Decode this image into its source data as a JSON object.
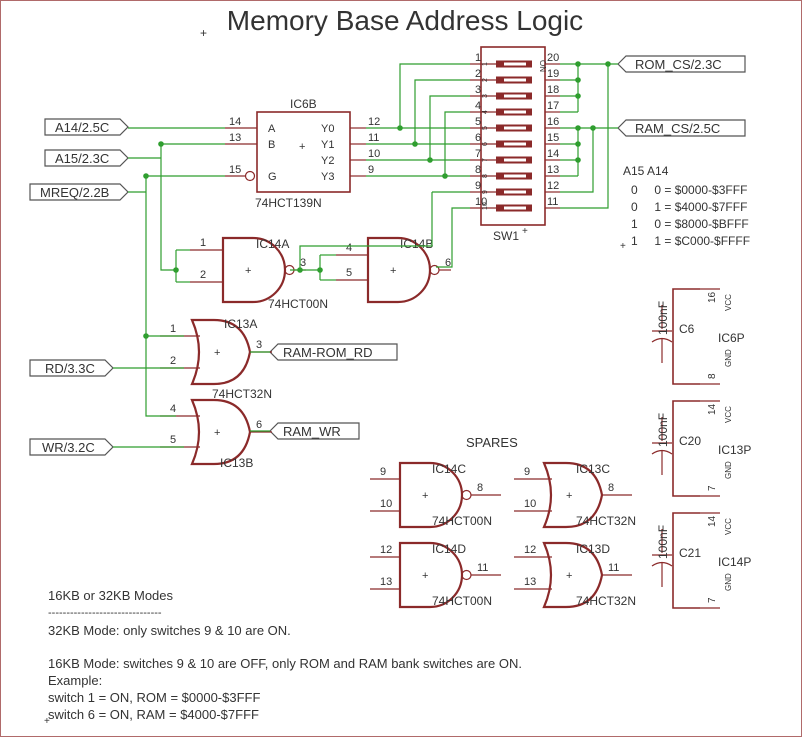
{
  "title": "Memory Base Address Logic",
  "ic6b": {
    "name": "IC6B",
    "part": "74HCT139N",
    "pin_a": "A",
    "pin_b": "B",
    "pin_g": "G",
    "out0": "Y0",
    "out1": "Y1",
    "out2": "Y2",
    "out3": "Y3",
    "p14": "14",
    "p13": "13",
    "p15": "15",
    "p12": "12",
    "p11": "11",
    "p10": "10",
    "p9": "9"
  },
  "ports": {
    "a14": "A14/2.5C",
    "a15": "A15/2.3C",
    "mreq": "MREQ/2.2B",
    "rd": "RD/3.3C",
    "wr": "WR/3.2C",
    "rom_cs": "ROM_CS/2.3C",
    "ram_cs": "RAM_CS/2.5C",
    "ram_rom_rd": "RAM-ROM_RD",
    "ram_wr": "RAM_WR"
  },
  "sw1": {
    "name": "SW1",
    "on": "ON",
    "left_pins": [
      "1",
      "2",
      "3",
      "4",
      "5",
      "6",
      "7",
      "8",
      "9",
      "10"
    ],
    "right_pins": [
      "20",
      "19",
      "18",
      "17",
      "16",
      "15",
      "14",
      "13",
      "12",
      "11"
    ]
  },
  "gates": {
    "ic14a": {
      "name": "IC14A",
      "part": "74HCT00N",
      "in1": "1",
      "in2": "2",
      "out": "3"
    },
    "ic14b": {
      "name": "IC14B",
      "in1": "4",
      "in2": "5",
      "out": "6"
    },
    "ic13a": {
      "name": "IC13A",
      "part": "74HCT32N",
      "in1": "1",
      "in2": "2",
      "out": "3"
    },
    "ic13b": {
      "name": "IC13B",
      "in1": "4",
      "in2": "5",
      "out": "6"
    },
    "ic14c": {
      "name": "IC14C",
      "part": "74HCT00N",
      "in1": "9",
      "in2": "10",
      "out": "8"
    },
    "ic13c": {
      "name": "IC13C",
      "part": "74HCT32N",
      "in1": "9",
      "in2": "10",
      "out": "8"
    },
    "ic14d": {
      "name": "IC14D",
      "part": "74HCT00N",
      "in1": "12",
      "in2": "13",
      "out": "11"
    },
    "ic13d": {
      "name": "IC13D",
      "part": "74HCT32N",
      "in1": "12",
      "in2": "13",
      "out": "11"
    }
  },
  "spares_label": "SPARES",
  "truth_table": {
    "header": "A15 A14",
    "rows": [
      "0     0 = $0000-$3FFF",
      "0     1 = $4000-$7FFF",
      "1     0 = $8000-$BFFF",
      "1     1 = $C000-$FFFF"
    ]
  },
  "power": [
    {
      "cap": "100nF",
      "cname": "C6",
      "ic": "IC6P",
      "vcc_pin": "16",
      "gnd_pin": "8",
      "vcc": "VCC",
      "gnd": "GND"
    },
    {
      "cap": "100nF",
      "cname": "C20",
      "ic": "IC13P",
      "vcc_pin": "14",
      "gnd_pin": "7",
      "vcc": "VCC",
      "gnd": "GND"
    },
    {
      "cap": "100nF",
      "cname": "C21",
      "ic": "IC14P",
      "vcc_pin": "14",
      "gnd_pin": "7",
      "vcc": "VCC",
      "gnd": "GND"
    }
  ],
  "notes": [
    "16KB or 32KB Modes",
    "-------------------------------",
    "32KB Mode: only switches 9 & 10 are ON.",
    "",
    "16KB Mode: switches 9 & 10 are OFF, only ROM and RAM bank switches are ON.",
    "Example:",
    "switch 1 = ON, ROM = $0000-$3FFF",
    "switch 6 = ON, RAM = $4000-$7FFF"
  ]
}
